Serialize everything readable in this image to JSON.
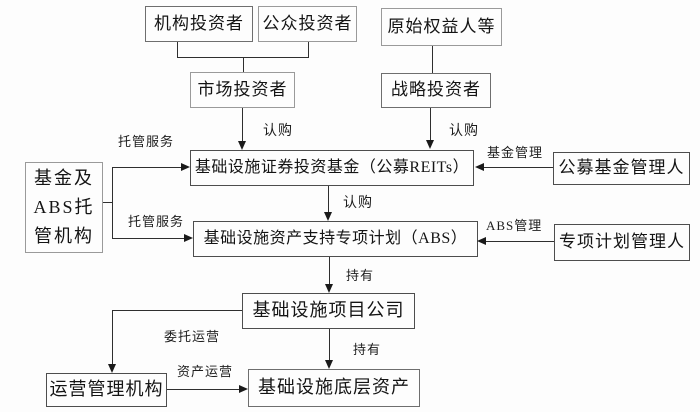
{
  "nodes": {
    "institutional_investor": {
      "label": "机构投资者"
    },
    "public_investor": {
      "label": "公众投资者"
    },
    "original_equity_holder": {
      "label": "原始权益人等"
    },
    "market_investor": {
      "label": "市场投资者"
    },
    "strategic_investor": {
      "label": "战略投资者"
    },
    "reits_fund": {
      "label": "基础设施证券投资基金（公募REITs）"
    },
    "public_fund_manager": {
      "label": "公募基金管理人"
    },
    "abs_plan": {
      "label": "基础设施资产支持专项计划（ABS）"
    },
    "special_plan_manager": {
      "label": "专项计划管理人"
    },
    "custodian": {
      "label": "基金及\nABS托\n管机构"
    },
    "project_company": {
      "label": "基础设施项目公司"
    },
    "operation_manager": {
      "label": "运营管理机构"
    },
    "underlying_assets": {
      "label": "基础设施底层资产"
    }
  },
  "edge_labels": {
    "custody_service_top": {
      "text": "托管服务"
    },
    "custody_service_bottom": {
      "text": "托管服务"
    },
    "subscribe_left": {
      "text": "认购"
    },
    "subscribe_right": {
      "text": "认购"
    },
    "subscribe_middle": {
      "text": "认购"
    },
    "fund_management": {
      "text": "基金管理"
    },
    "abs_management": {
      "text": "ABS管理"
    },
    "hold_top": {
      "text": "持有"
    },
    "hold_bottom": {
      "text": "持有"
    },
    "entrusted_operation": {
      "text": "委托运营"
    },
    "asset_operation": {
      "text": "资产运营"
    }
  },
  "colors": {
    "background": "#fdfdfd",
    "line": "#2f2f2f",
    "box_border": "#6e6e6e",
    "text": "#141414"
  }
}
